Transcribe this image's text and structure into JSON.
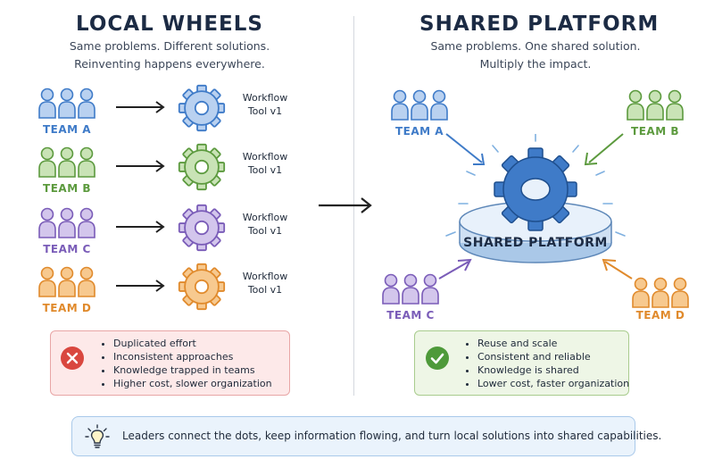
{
  "left": {
    "title": "LOCAL WHEELS",
    "subtitle_line1": "Same problems. Different solutions.",
    "subtitle_line2": "Reinventing happens everywhere.",
    "rows": [
      {
        "team": "TEAM A",
        "tool_line1": "Workflow",
        "tool_line2": "Tool v1",
        "color": "#3f7bc8",
        "fill": "#b9d1f0"
      },
      {
        "team": "TEAM B",
        "tool_line1": "Workflow",
        "tool_line2": "Tool v1",
        "color": "#5c9a3e",
        "fill": "#c9e3b6"
      },
      {
        "team": "TEAM C",
        "tool_line1": "Workflow",
        "tool_line2": "Tool v1",
        "color": "#7a5cb8",
        "fill": "#d3c6ec"
      },
      {
        "team": "TEAM D",
        "tool_line1": "Workflow",
        "tool_line2": "Tool v1",
        "color": "#e08a2c",
        "fill": "#f7c98f"
      }
    ],
    "problems": [
      "Duplicated effort",
      "Inconsistent approaches",
      "Knowledge trapped in teams",
      "Higher cost, slower organization"
    ]
  },
  "right": {
    "title": "SHARED PLATFORM",
    "subtitle_line1": "Same problems. One shared solution.",
    "subtitle_line2": "Multiply the impact.",
    "platform_label": "SHARED PLATFORM",
    "teams": [
      {
        "team": "TEAM A",
        "color": "#3f7bc8",
        "fill": "#b9d1f0"
      },
      {
        "team": "TEAM B",
        "color": "#5c9a3e",
        "fill": "#c9e3b6"
      },
      {
        "team": "TEAM C",
        "color": "#7a5cb8",
        "fill": "#d3c6ec"
      },
      {
        "team": "TEAM D",
        "color": "#e08a2c",
        "fill": "#f7c98f"
      }
    ],
    "benefits": [
      "Reuse and scale",
      "Consistent and reliable",
      "Knowledge is shared",
      "Lower cost, faster organization"
    ]
  },
  "footer": {
    "text": "Leaders connect the dots, keep information flowing, and turn local solutions into shared capabilities."
  },
  "colors": {
    "problem_bg": "#fde9e9",
    "problem_border": "#e8a6a6",
    "problem_icon": "#d9473f",
    "benefit_bg": "#eef6e6",
    "benefit_border": "#a9cc8e",
    "benefit_icon": "#4e9a3a",
    "footer_bg": "#eaf3fc",
    "footer_border": "#a9c9ea",
    "gear_blue": "#3f7bc8"
  },
  "icons": {
    "team": "people-group-icon",
    "tool": "gear-icon",
    "problem": "x-circle-icon",
    "benefit": "check-circle-icon",
    "footer": "lightbulb-icon"
  }
}
